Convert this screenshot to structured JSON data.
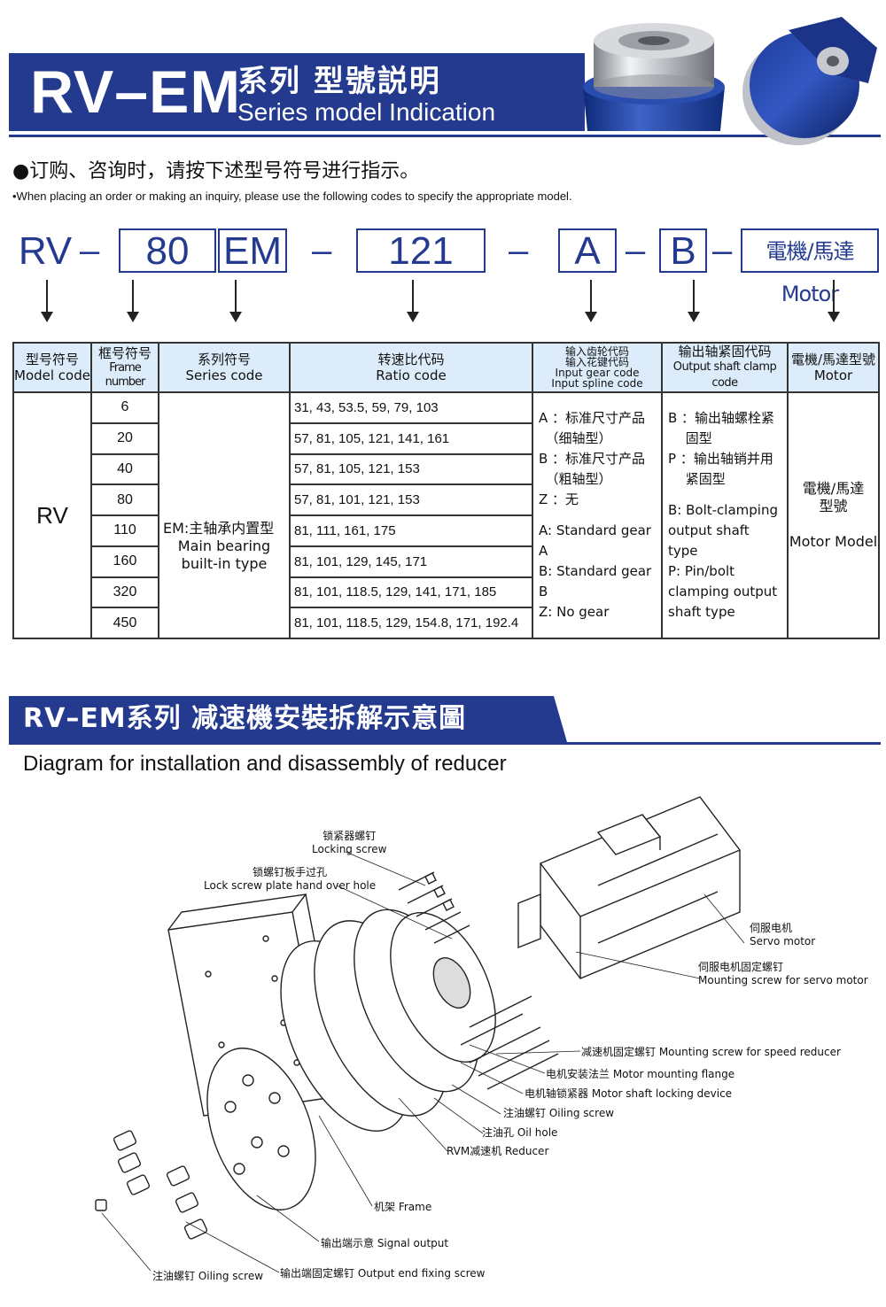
{
  "header": {
    "code": "RV–EM",
    "title_cn": "系列 型號説明",
    "title_en": "Series model Indication"
  },
  "intro": {
    "cn": "●订购、咨询时，请按下述型号符号进行指示。",
    "en": "•When placing an order or making an inquiry, please use the following codes to specify the appropriate model."
  },
  "model_code": {
    "prefix": "RV",
    "frame": "80",
    "series": "EM",
    "ratio": "121",
    "input": "A",
    "output": "B",
    "motor": "電機/馬達Motor",
    "dash": "–"
  },
  "table": {
    "headers": [
      {
        "cn": "型号符号",
        "en": "Model code"
      },
      {
        "cn": "框号符号",
        "en": "Frame number"
      },
      {
        "cn": "系列符号",
        "en": "Series code"
      },
      {
        "cn": "转速比代码",
        "en": "Ratio code"
      },
      {
        "cn": "输入齿轮代码",
        "cn2": "输入花键代码",
        "en": "Input gear code",
        "en2": "Input spline code"
      },
      {
        "cn": "输出轴紧固代码",
        "en": "Output shaft clamp code"
      },
      {
        "cn": "電機/馬達型號",
        "en": "Motor"
      }
    ],
    "model": "RV",
    "series_cn": "EM:主轴承内置型",
    "series_en1": "Main bearing",
    "series_en2": "built-in type",
    "rows": [
      {
        "frame": "6",
        "ratio": "31, 43, 53.5, 59, 79, 103"
      },
      {
        "frame": "20",
        "ratio": "57, 81, 105, 121, 141, 161"
      },
      {
        "frame": "40",
        "ratio": "57, 81, 105, 121, 153"
      },
      {
        "frame": "80",
        "ratio": "57, 81, 101, 121, 153"
      },
      {
        "frame": "110",
        "ratio": "81, 111, 161, 175"
      },
      {
        "frame": "160",
        "ratio": "81, 101, 129, 145, 171"
      },
      {
        "frame": "320",
        "ratio": "81, 101, 118.5, 129, 141, 171, 185"
      },
      {
        "frame": "450",
        "ratio": "81, 101, 118.5, 129, 154.8, 171, 192.4"
      }
    ],
    "input": {
      "cn": [
        "A ：标准尺寸产品",
        "　（细轴型）",
        "B ：标准尺寸产品",
        "　（粗轴型）",
        "Z ：无"
      ],
      "en": [
        "A: Standard gear A",
        "B: Standard gear B",
        "Z: No gear"
      ]
    },
    "output": {
      "cn": [
        "B ：输出轴螺栓紧",
        "　 固型",
        "P ：输出轴销并用",
        "　 紧固型"
      ],
      "en": [
        "B: Bolt-clamping",
        "output shaft type",
        "P: Pin/bolt",
        "clamping output",
        "shaft type"
      ]
    },
    "motor": {
      "cn1": "電機/馬達",
      "cn2": "型號",
      "en": "Motor Model"
    }
  },
  "section2": {
    "title": "RV–EM系列 减速機安裝拆解示意圖",
    "subtitle": "Diagram for installation and disassembly of reducer"
  },
  "diagram_labels": {
    "locking_screw_cn": "锁紧器螺钉",
    "locking_screw_en": "Locking screw",
    "hand_hole_cn": "锁螺钉板手过孔",
    "hand_hole_en": "Lock screw plate hand over hole",
    "servo_cn": "伺服电机",
    "servo_en": "Servo motor",
    "servo_screw_cn": "伺服电机固定螺钉",
    "servo_screw_en": "Mounting screw for servo motor",
    "reducer_screw": "减速机固定螺钉 Mounting screw for speed reducer",
    "flange": "电机安装法兰 Motor mounting flange",
    "shaft_lock": "电机轴锁紧器 Motor shaft locking device",
    "oiling_screw_1": "注油螺钉 Oiling screw",
    "oil_hole": "注油孔 Oil hole",
    "reducer": "RVM减速机 Reducer",
    "frame": "机架 Frame",
    "signal": "输出端示意 Signal output",
    "oiling_screw_2": "注油螺钉 Oiling screw",
    "output_screw": "输出端固定螺钉 Output end fixing screw"
  }
}
